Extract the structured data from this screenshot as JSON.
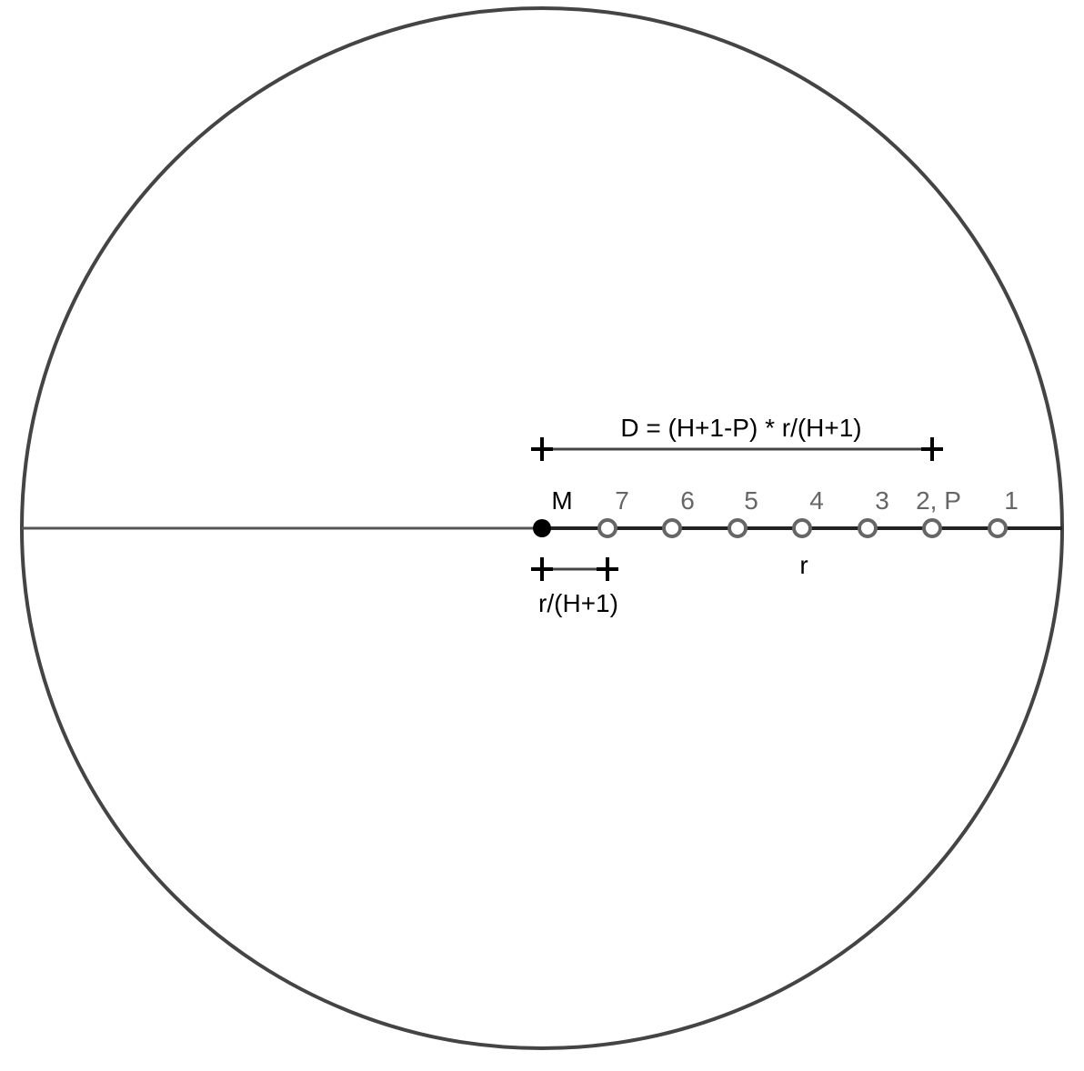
{
  "colors": {
    "circle_stroke": "#444444",
    "axis_left": "#555555",
    "axis_right": "#222222",
    "marker_stroke": "#666666",
    "center_fill": "#000000",
    "text_dark": "#000000",
    "text_grey": "#666666"
  },
  "labels": {
    "formula": "D = (H+1-P) * r/(H+1)",
    "center": "M",
    "radius": "r",
    "step": "r/(H+1)",
    "positions": [
      "7",
      "6",
      "5",
      "4",
      "3",
      "2, P",
      "1"
    ]
  }
}
